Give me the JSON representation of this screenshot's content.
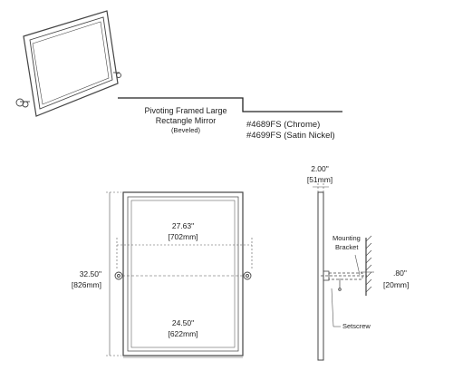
{
  "product": {
    "title_line1": "Pivoting Framed Large",
    "title_line2": "Rectangle Mirror",
    "title_line3": "(Beveled)",
    "model_chrome": "#4689FS (Chrome)",
    "model_satin": "#4699FS (Satin Nickel)"
  },
  "dims": {
    "depth_in": "2.00\"",
    "depth_mm": "[51mm]",
    "inner_w_in": "27.63\"",
    "inner_w_mm": "[702mm]",
    "height_in": "32.50\"",
    "height_mm": "[826mm]",
    "bottom_w_in": "24.50\"",
    "bottom_w_mm": "[622mm]",
    "proj_in": ".80\"",
    "proj_mm": "[20mm]"
  },
  "callouts": {
    "mounting_line1": "Mounting",
    "mounting_line2": "Bracket",
    "setscrew": "Setscrew"
  }
}
